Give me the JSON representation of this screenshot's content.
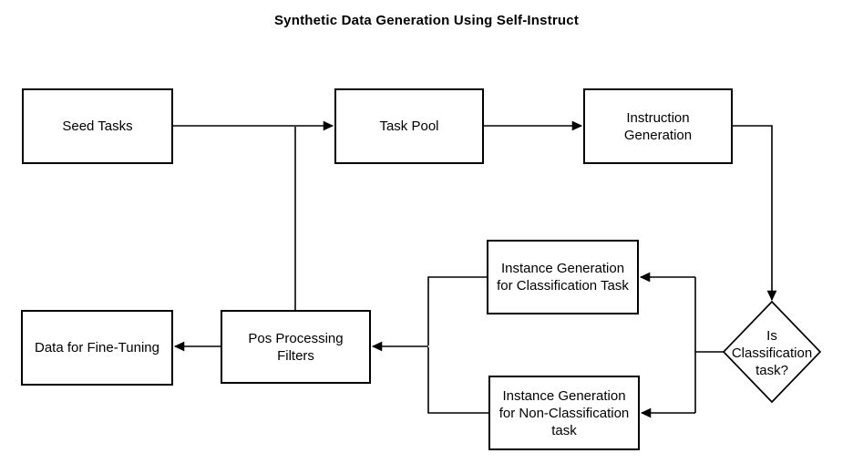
{
  "title": "Synthetic Data Generation Using Self-Instruct",
  "nodes": {
    "seed_tasks": {
      "label": "Seed Tasks"
    },
    "task_pool": {
      "label": "Task Pool"
    },
    "instruction_generation": {
      "label": "Instruction\nGeneration"
    },
    "is_classification_task": {
      "label": "Is\nClassification\ntask?"
    },
    "instance_generation_classification": {
      "label": "Instance Generation\nfor Classification Task"
    },
    "instance_generation_non_classification": {
      "label": "Instance Generation\nfor Non-Classification\ntask"
    },
    "pos_processing_filters": {
      "label": "Pos Processing\nFilters"
    },
    "data_for_fine_tuning": {
      "label": "Data for Fine-Tuning"
    }
  },
  "colors": {
    "line": "#000000",
    "box_border": "#000000",
    "background": "#ffffff",
    "text": "#000000"
  }
}
